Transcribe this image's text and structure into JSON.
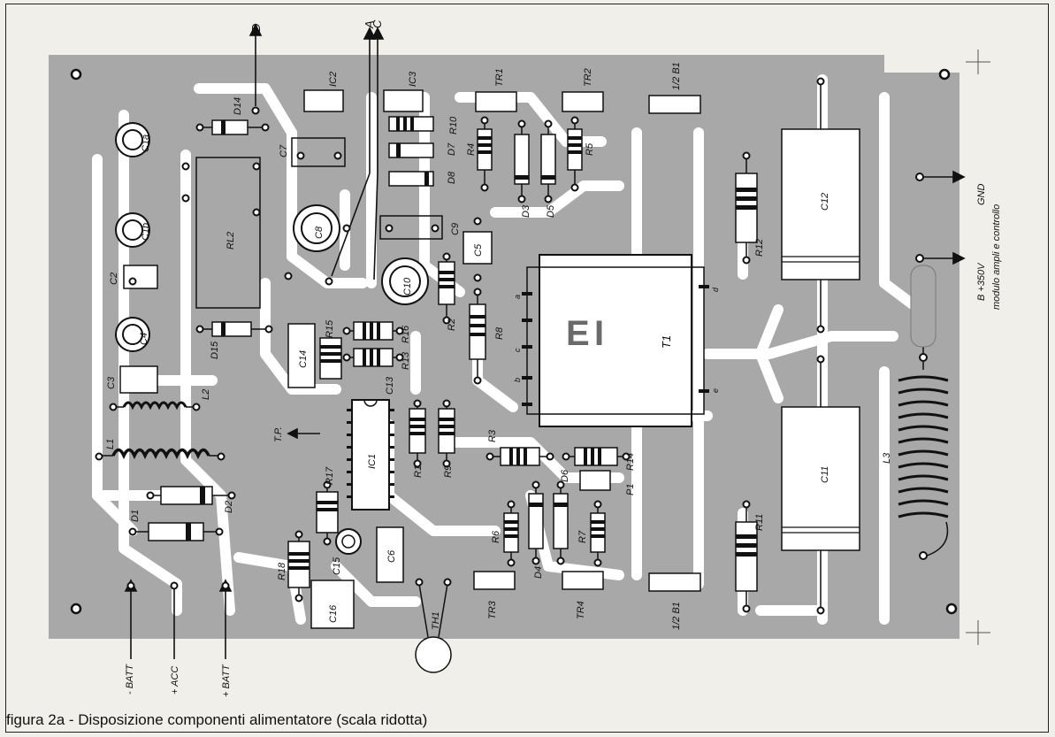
{
  "caption": "figura 2a - Disposizione componenti alimentatore (scala ridotta)",
  "colors": {
    "board": "#a8a8a8",
    "trace": "#ffffff",
    "ink": "#111111",
    "paper": "#f1efe9"
  },
  "labels": {
    "top_d": "D",
    "top_a": "A",
    "top_c": "C",
    "gnd": "GND",
    "b350": "B +350V",
    "module": "modulo ampli e controllo",
    "tp": "T.P.",
    "batt_neg": "- BATT",
    "acc": "+ ACC",
    "batt_pos": "+ BATT",
    "d14": "D14",
    "c1a": "C1a",
    "c1b": "C1b",
    "c2": "C2",
    "c4": "C4",
    "c3": "C3",
    "l2": "L2",
    "l1": "L1",
    "d1": "D1",
    "d2": "D2",
    "d15": "D15",
    "rl2": "RL2",
    "ic2": "IC2",
    "c7": "C7",
    "c8": "C8",
    "ic3": "IC3",
    "r10": "R10",
    "d7": "D7",
    "d8": "D8",
    "c9": "C9",
    "c10": "C10",
    "c5": "C5",
    "tr1": "TR1",
    "tr2": "TR2",
    "r4": "R4",
    "r5": "R5",
    "d3": "D3",
    "d5": "D5",
    "r2": "R2",
    "r8": "R8",
    "t1": "T1",
    "t1a": "a",
    "t1b": "b",
    "t1c": "c",
    "t1d": "d",
    "t1e": "e",
    "c14": "C14",
    "r15": "R15",
    "r16": "R16",
    "r13": "R13",
    "c13": "C13",
    "ic1": "IC1",
    "r1": "R1",
    "r9": "R9",
    "r3": "R3",
    "r14": "R14",
    "p1": "P1",
    "d6": "D6",
    "d4": "D4",
    "r6": "R6",
    "r7": "R7",
    "r17": "R17",
    "r18": "R18",
    "c15": "C15",
    "c16": "C16",
    "c6": "C6",
    "th1": "TH1",
    "tr3": "TR3",
    "tr4": "TR4",
    "i2b1_top": "1/2 B1",
    "i2b1_bot": "1/2 B1",
    "r12": "R12",
    "r11": "R11",
    "c12": "C12",
    "c11": "C11",
    "l3": "L3"
  }
}
